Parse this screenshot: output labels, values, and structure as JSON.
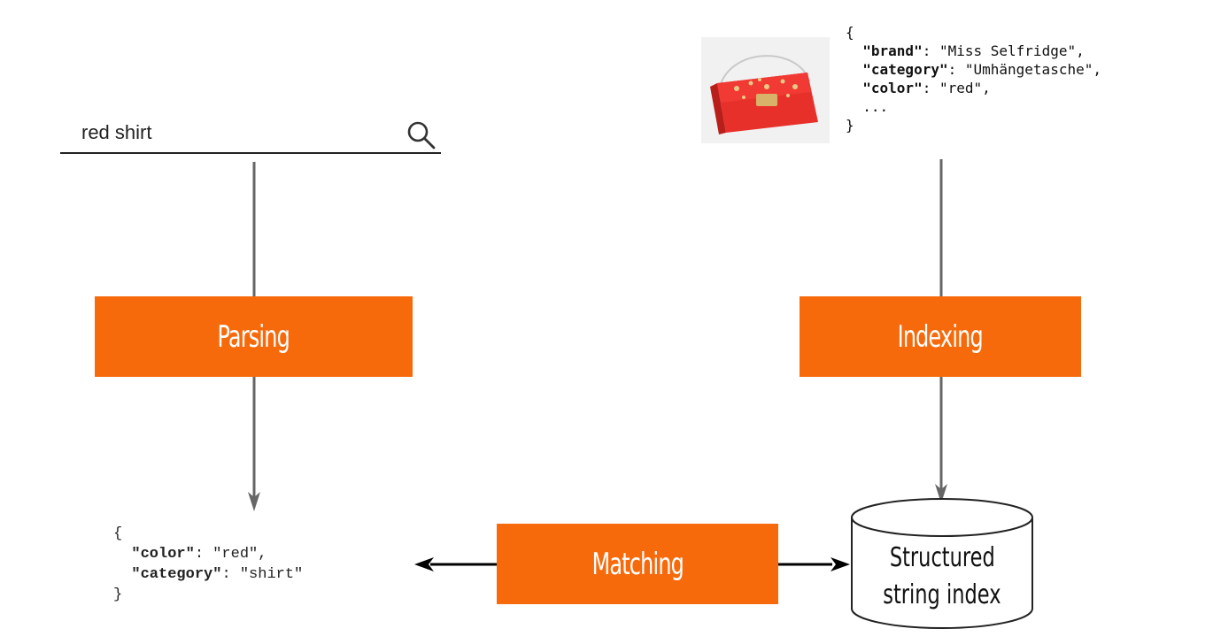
{
  "search": {
    "query": "red shirt",
    "icon": "search-icon"
  },
  "product": {
    "image": "red-handbag-image",
    "json_lines": {
      "open": "{",
      "brand_key": "\"brand\"",
      "brand_val": ": \"Miss Selfridge\",",
      "category_key": "\"category\"",
      "category_val": ": \"Umhängetasche\",",
      "color_key": "\"color\"",
      "color_val": ": \"red\",",
      "ellipsis": "...",
      "close": "}"
    }
  },
  "steps": {
    "parsing": "Parsing",
    "indexing": "Indexing",
    "matching": "Matching"
  },
  "index": {
    "line1": "Structured",
    "line2": "string index"
  },
  "query_struct": {
    "open": "{",
    "color_key": "\"color\"",
    "color_val": ": \"red\",",
    "category_key": "\"category\"",
    "category_val": ": \"shirt\"",
    "close": "}"
  },
  "colors": {
    "accent": "#f76a0c",
    "arrow_gray": "#666666",
    "arrow_black": "#000000"
  }
}
